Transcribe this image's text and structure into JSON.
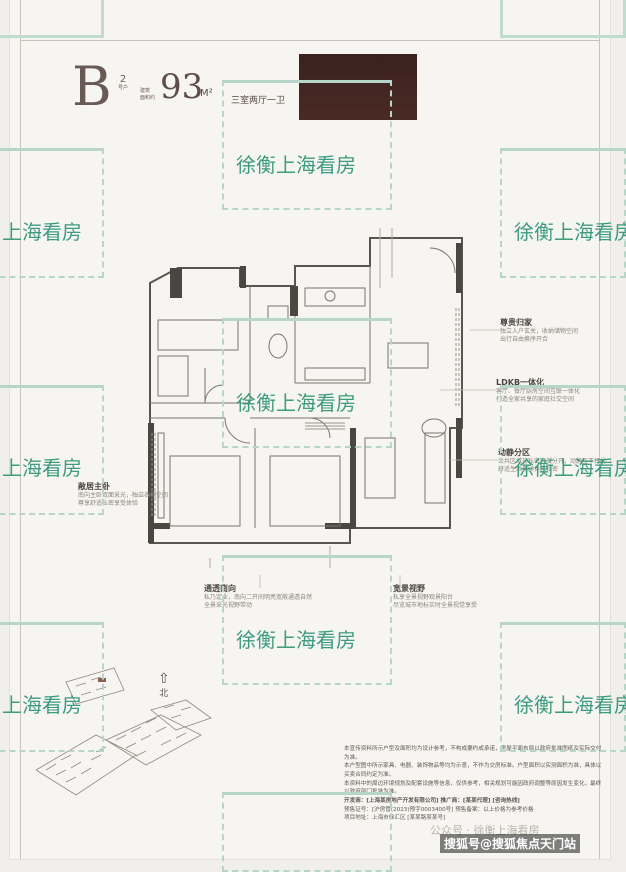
{
  "header": {
    "unit_letter": "B",
    "unit_number": "2",
    "unit_suffix": "号户",
    "area_tag_1": "建筑",
    "area_tag_2": "面积约",
    "area_value": "93",
    "area_unit": "M²",
    "layout_type": "三室两厅一卫"
  },
  "annotations": [
    {
      "title": "尊贵归家",
      "body_1": "独立入户玄关，收纳储物空间",
      "body_2": "出行自由换序开合"
    },
    {
      "title": "LDKB一体化",
      "body_1": "客厅、餐厅厨房空间互联一体化",
      "body_2": "打造全家共享的家庭社交空间"
    },
    {
      "title": "动静分区",
      "body_1": "公共区域与私密区域分开，动静互不打扰",
      "body_2": "舒适生活兼顾休息私密"
    },
    {
      "title": "敞居主卧",
      "body_1": "南向主卧双面采光，独立衣帽空间",
      "body_2": "尊享舒适私密享受体验"
    },
    {
      "title": "通透南向",
      "body_1": "私乃定业，南向二开间明亮宽敞通透自然",
      "body_2": "全景采光视野带动"
    },
    {
      "title": "宽景视野",
      "body_1": "私享全景视野观景阳台",
      "body_2": "尽览城市地标实时全景视觉享受"
    }
  ],
  "north_label": "北",
  "disclaimer": {
    "line_1": "本宣传资料所示户型及面积均为设计参考，不构成要约或承诺，房屋平面布局以政府批准图纸及实际交付为准。",
    "line_2": "本户型图中所示家具、电器、装饰物品等均为示意，不作为交房标准。户型面积以实测面积为准，具体以买卖合同约定为准。",
    "line_3": "本资料中的周边环境规划及配套设施等信息，仅供参考，相关规划可能因政府调整等原因发生变化，最终以政府部门批准为准。",
    "line_4": "开发商：[上海某房地产开发有限公司]  推广商：[某某代理]  [咨询热线]",
    "line_5": "预售证号：[沪房管(2023)预字0003400号]  预售备案：以上价格为参考价格",
    "line_6": "项目地址：上海市徐汇区  [某某路某某号]"
  },
  "watermarks": {
    "text_main": "徐衡上海看房",
    "text_short": "上海看房"
  },
  "footer": {
    "faint": "公众号 · 徐衡上海看房",
    "main": "搜狐号@搜狐焦点天门站"
  }
}
